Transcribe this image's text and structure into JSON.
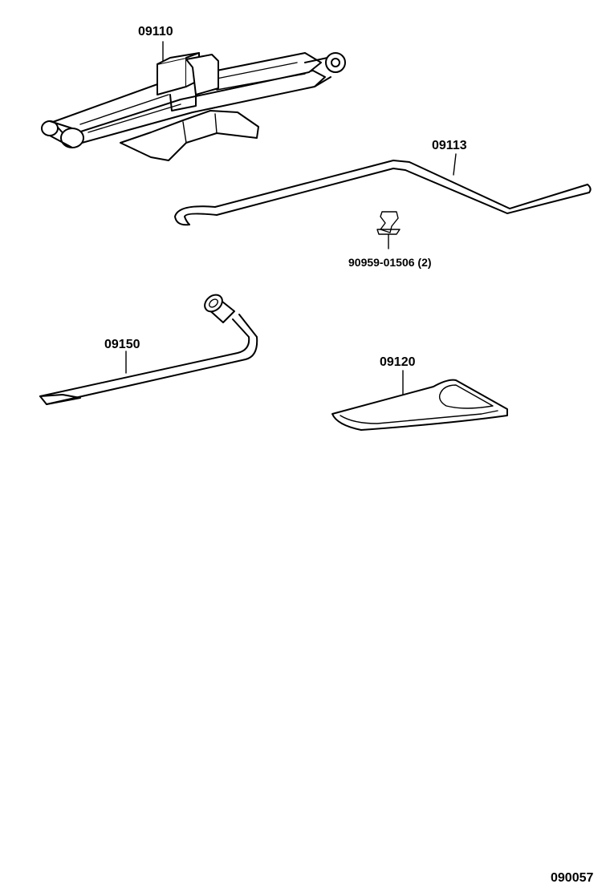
{
  "diagram": {
    "parts": {
      "jack": {
        "number": "09110",
        "icon": "scissor-jack-icon"
      },
      "handle": {
        "number": "09113",
        "icon": "jack-handle-icon"
      },
      "clip": {
        "number": "90959-01506 (2)",
        "icon": "clip-icon"
      },
      "wrench": {
        "number": "09150",
        "icon": "lug-wrench-icon"
      },
      "cover": {
        "number": "09120",
        "icon": "tool-tray-icon"
      }
    },
    "figure_id": "090057"
  }
}
